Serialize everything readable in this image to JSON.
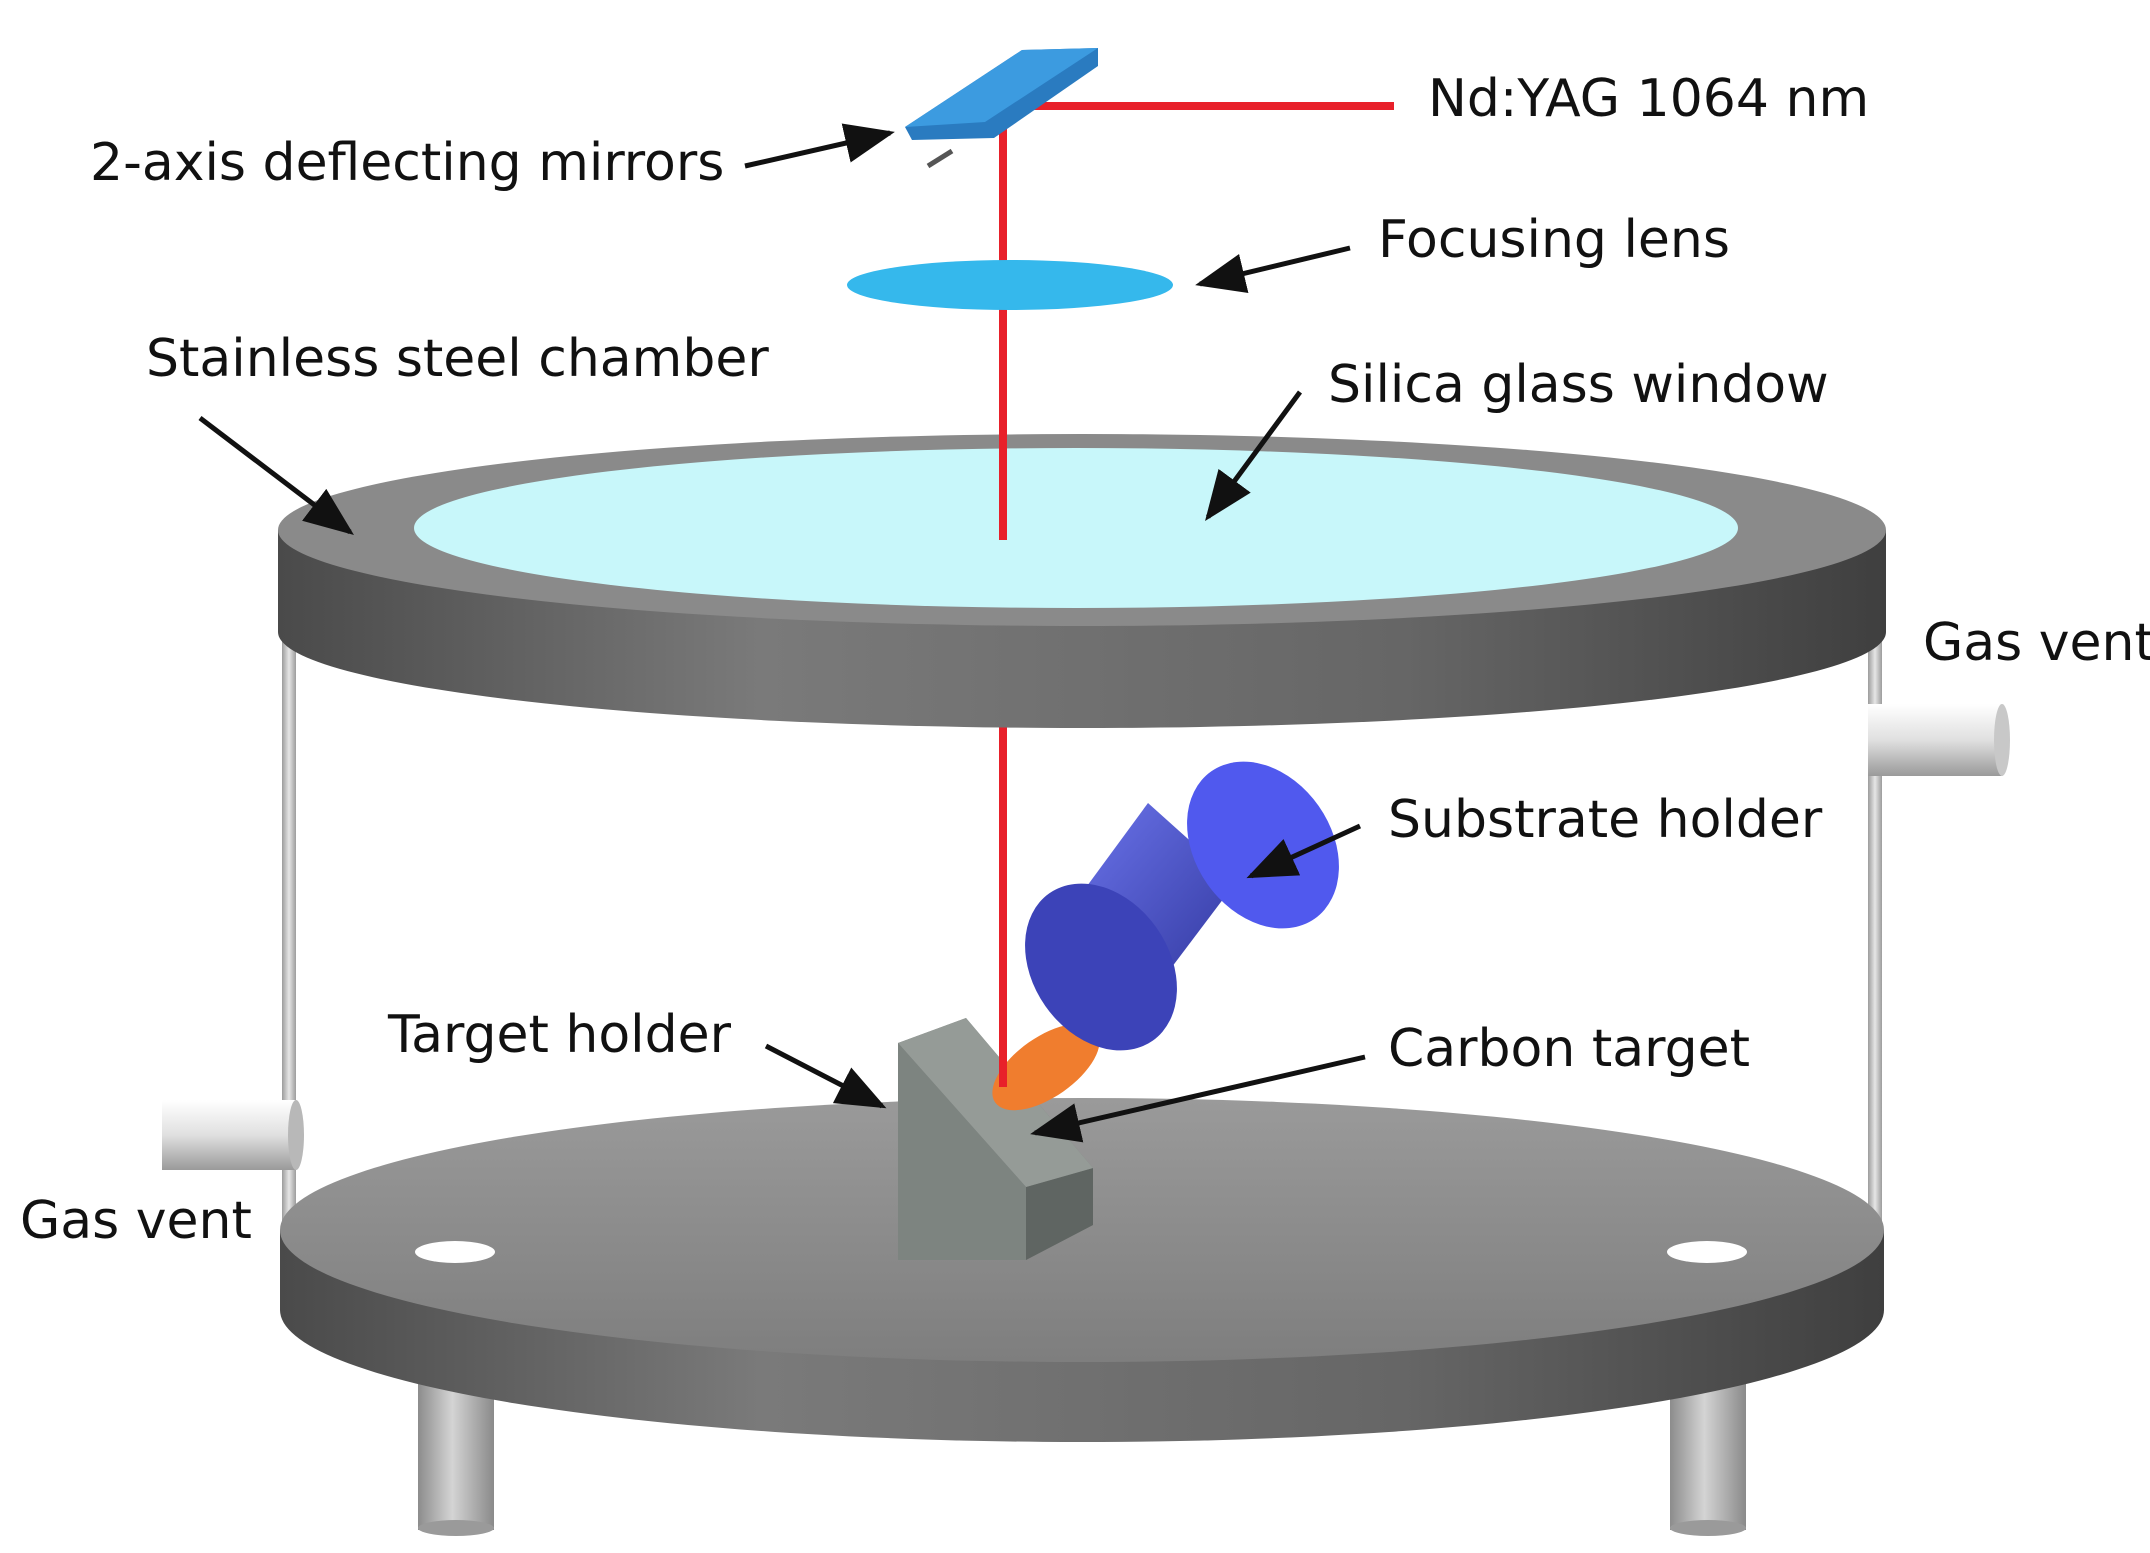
{
  "labels": {
    "laser": "Nd:YAG 1064 nm",
    "mirrors": "2-axis deflecting mirrors",
    "lens": "Focusing lens",
    "chamber": "Stainless steel chamber",
    "window": "Silica glass window",
    "gas_vent_right": "Gas vent",
    "gas_vent_left": "Gas vent",
    "substrate": "Substrate holder",
    "target_holder": "Target holder",
    "carbon_target": "Carbon target"
  },
  "colors": {
    "laser_beam": "#e8202a",
    "mirror": "#2e86c9",
    "lens": "#35b8ec",
    "window": "#c8f7fa",
    "chamber_metal": "#6b6b6b",
    "substrate_holder": "#4a55e0",
    "carbon_target": "#f07d2e",
    "target_holder": "#7a807c"
  }
}
